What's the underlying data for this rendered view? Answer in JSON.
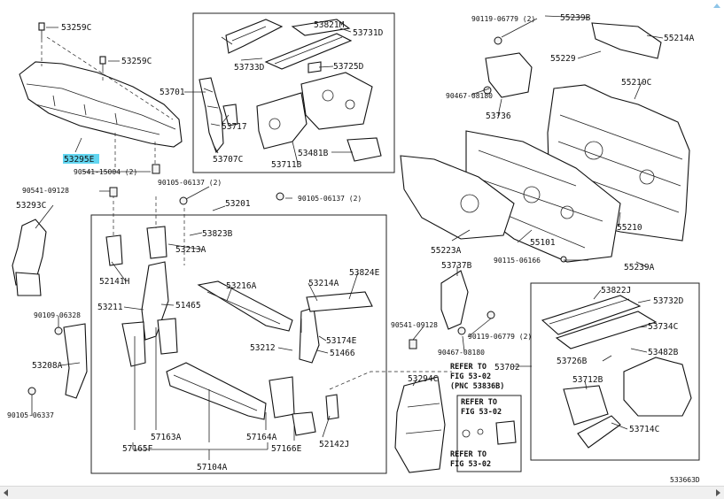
{
  "diagram": {
    "labels": {
      "p53259c_a": "53259C",
      "p53259c_b": "53259C",
      "p53701": "53701",
      "p53295e": "53295E",
      "p90541_15004": "90541-15004 (2)",
      "p90541_09128_a": "90541-09128",
      "p90105_06137_2": "90105-06137 (2)",
      "p90105_06137_2b": "90105-06137 (2)",
      "p53201": "53201",
      "p53293c": "53293C",
      "p53823b": "53823B",
      "p53213a": "53213A",
      "p52141h": "52141H",
      "p53216a": "53216A",
      "p53214a": "53214A",
      "p53824e": "53824E",
      "p53211": "53211",
      "p51465": "51465",
      "p53174e": "53174E",
      "p53212": "53212",
      "p51466": "51466",
      "p90109_06328": "90109-06328",
      "p53208a": "53208A",
      "p90105_06337": "90105-06337",
      "p57163a": "57163A",
      "p57164a": "57164A",
      "p57165f": "57165F",
      "p57166e": "57166E",
      "p57104a": "57104A",
      "p52142j": "52142J",
      "p53733d": "53733D",
      "p53821m": "53821M",
      "p53731d": "53731D",
      "p53725d": "53725D",
      "p53717": "53717",
      "p53707c": "53707C",
      "p53711b": "53711B",
      "p53481b": "53481B",
      "p90119_06779_2": "90119-06779 (2)",
      "p55239b": "55239B",
      "p55214a": "55214A",
      "p55229": "55229",
      "p90467_08180_a": "90467-08180",
      "p55210c": "55210C",
      "p53736": "53736",
      "p55223a": "55223A",
      "p55101": "55101",
      "p55210": "55210",
      "p90115_06166": "90115-06166",
      "p55239a": "55239A",
      "p53737b": "53737B",
      "p90541_09128_b": "90541-09128",
      "p90119_06779_2b": "90119-06779 (2)",
      "p90467_08180_b": "90467-08180",
      "p53702": "53702",
      "p53294c": "53294C",
      "p53822j": "53822J",
      "p53732d": "53732D",
      "p53734c": "53734C",
      "p53726b": "53726B",
      "p53482b": "53482B",
      "p53712b": "53712B",
      "p53714c": "53714C",
      "ref_to_1": "REFER TO",
      "ref_fig_1": "FIG 53-02",
      "ref_pnc": "(PNC 53836B)",
      "ref_to_2": "REFER TO",
      "ref_fig_2": "FIG 53-02",
      "ref_to_3": "REFER TO",
      "ref_fig_3": "FIG 53-02",
      "drawing_no": "533663D"
    },
    "highlight_color": "#62d6f1"
  }
}
